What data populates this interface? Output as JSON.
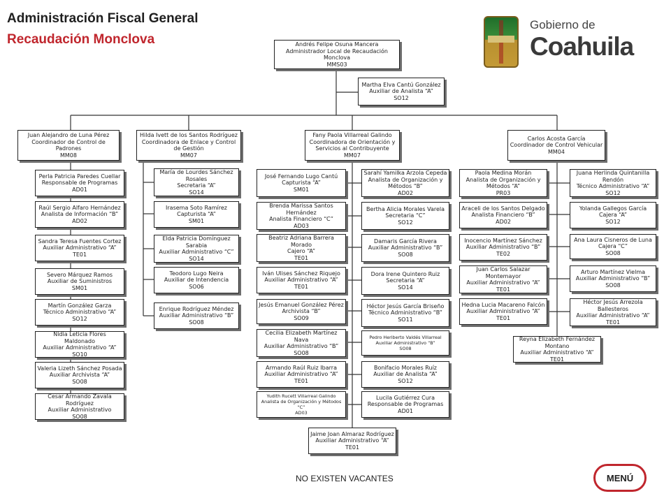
{
  "header": {
    "title": "Administración Fiscal General",
    "subtitle": "Recaudación Monclova"
  },
  "logo": {
    "line1": "Gobierno de",
    "line2": "Coahuila"
  },
  "nodes": [
    {
      "id": "n-dir",
      "lines": [
        "Andrés Felipe Osuna Mancera",
        "Administrador  Local de Recaudación",
        "Monclova",
        "MMS03"
      ]
    },
    {
      "id": "n-asist",
      "lines": [
        "Martha Elva Cantú González",
        "Auxiliar de Analista “A”",
        "SO12"
      ]
    },
    {
      "id": "n-c1",
      "lines": [
        "Juan Alejandro de Luna Pérez",
        "Coordinador de Control de",
        "Padrones",
        "MM08"
      ]
    },
    {
      "id": "n-c2",
      "lines": [
        "Hilda Ivett de los Santos Rodríguez",
        "Coordinadora  de Enlace y Control",
        "de Gestión",
        "MM07"
      ]
    },
    {
      "id": "n-c3",
      "lines": [
        "Fany Paola Villarreal Galindo",
        "Coordinadora  de Orientación y",
        "Servicios al Contribuyente",
        "MM07"
      ]
    },
    {
      "id": "n-c4",
      "lines": [
        "Carlos Acosta García",
        "Coordinador de Control Vehicular",
        "MM04"
      ]
    },
    {
      "id": "a1",
      "lines": [
        "Perla Patricia Paredes Cuellar",
        "Responsable de Programas",
        "AD01"
      ]
    },
    {
      "id": "a2",
      "lines": [
        "Raúl Sergio Alfaro Hernández",
        "Analista de Información “B”",
        "AD02"
      ]
    },
    {
      "id": "a3",
      "lines": [
        "Sandra Teresa Fuentes Cortez",
        "Auxiliar Administrativo “A”",
        "TE01"
      ]
    },
    {
      "id": "a4",
      "lines": [
        "Severo Márquez Ramos",
        "Auxiliar de Suministros",
        "SM01"
      ]
    },
    {
      "id": "a5",
      "lines": [
        "Martín González Garza",
        "Técnico Administrativo “A”",
        "SO12"
      ]
    },
    {
      "id": "a6",
      "lines": [
        "Nidia Leticia Flores Maldonado",
        "Auxiliar Administrativo “A”",
        "SO10"
      ]
    },
    {
      "id": "a7",
      "lines": [
        "Valeria Lizeth Sánchez Posada",
        "Auxiliar Archivista “A”",
        "SO08"
      ]
    },
    {
      "id": "a8",
      "lines": [
        "Cesar Armando Zavala",
        "Rodríguez",
        "Auxiliar Administrativo",
        "SO08"
      ]
    },
    {
      "id": "b1",
      "lines": [
        "María de Lourdes Sánchez",
        "Rosales",
        "Secretaria “A”",
        "SO14"
      ]
    },
    {
      "id": "b2",
      "lines": [
        "Irasema Soto Ramírez",
        "Capturista “A”",
        "SM01"
      ]
    },
    {
      "id": "b3",
      "lines": [
        "Elda Patricia Domínguez",
        "Sarabia",
        "Auxiliar Administrativo “C”",
        "SO14"
      ]
    },
    {
      "id": "b4",
      "lines": [
        "Teodoro Lugo Neira",
        "Auxiliar de Intendencia",
        "SO06"
      ]
    },
    {
      "id": "b5",
      "lines": [
        "Enrique Rodríguez Méndez",
        "Auxiliar Administrativo “B”",
        "SO08"
      ]
    },
    {
      "id": "c1",
      "lines": [
        "José Fernando Lugo Cantú",
        "Capturista “A”",
        "SM01"
      ]
    },
    {
      "id": "c2",
      "lines": [
        "Brenda Marissa Santos",
        "Hernández",
        "Analista Financiero “C”",
        "AD03"
      ]
    },
    {
      "id": "c3",
      "lines": [
        "Beatriz Adriana Barrera",
        "Morado",
        "Cajero “A”",
        "TE01"
      ]
    },
    {
      "id": "c4",
      "lines": [
        "Iván Ulises Sánchez Riquejo",
        "Auxiliar Administrativo “A”",
        "TE01"
      ]
    },
    {
      "id": "c5",
      "lines": [
        "Jesús Emanuel González Pérez",
        "Archivista “B”",
        "SO09"
      ]
    },
    {
      "id": "c6",
      "lines": [
        "Cecilia Elizabeth Martínez",
        "Nava",
        "Auxiliar Administrativo “B”",
        "SO08"
      ]
    },
    {
      "id": "c7",
      "lines": [
        "Armando Raúl Ruiz Ibarra",
        "Auxiliar Administrativo “A”",
        "TE01"
      ]
    },
    {
      "id": "c8",
      "lines": [
        "Yudith Rucett Villarreal Galindo",
        "Analista de Organización y Métodos",
        "“C”",
        "AD03"
      ],
      "small": true
    },
    {
      "id": "d1",
      "lines": [
        "Sarahí Yamilka Arzola Cepeda",
        "Analista de Organización y",
        "Métodos “B”",
        "AD02"
      ]
    },
    {
      "id": "d2",
      "lines": [
        "Bertha Alicia Morales Varela",
        "Secretaria “C”",
        "SO12"
      ]
    },
    {
      "id": "d3",
      "lines": [
        "Damaris García Rivera",
        "Auxiliar Administrativo “B”",
        "SO08"
      ]
    },
    {
      "id": "d4",
      "lines": [
        "Dora Irene Quintero Ruiz",
        "Secretaria “A”",
        "SO14"
      ]
    },
    {
      "id": "d5",
      "lines": [
        "Héctor Jesús García Briseño",
        "Técnico Administrativo “B”",
        "SO11"
      ]
    },
    {
      "id": "d6",
      "lines": [
        "Pedro Heriberto Valdés Villarreal",
        "Auxiliar Administrativo “B”",
        "SO08"
      ],
      "small": true
    },
    {
      "id": "d7",
      "lines": [
        "Bonifacio Morales Ruíz",
        "Auxiliar de Analista “A”",
        "SO12"
      ]
    },
    {
      "id": "d8",
      "lines": [
        "Lucila Gutiérrez Cura",
        "Responsable de Programas",
        "AD01"
      ]
    },
    {
      "id": "e-jaime",
      "lines": [
        "Jaime Joan Almaraz Rodríguez",
        "Auxiliar Administrativo “A”",
        "TE01"
      ]
    },
    {
      "id": "f1",
      "lines": [
        "Paola Medina Morán",
        "Analista de Organización y",
        "Métodos “A”",
        "PR03"
      ]
    },
    {
      "id": "f2",
      "lines": [
        "Araceli de los Santos Delgado",
        "Analista Financiero “B”",
        "AD02"
      ]
    },
    {
      "id": "f3",
      "lines": [
        "Inocencio Martínez Sánchez",
        "Auxiliar Administrativo “B”",
        "TE02"
      ]
    },
    {
      "id": "f4",
      "lines": [
        "Juan Carlos Salazar",
        "Montemayor",
        "Auxiliar Administrativo “A”",
        "TE01"
      ]
    },
    {
      "id": "f5",
      "lines": [
        "Hedna Lucia Macareno Falcón",
        "Auxiliar Administrativo “A”",
        "TE01"
      ]
    },
    {
      "id": "g1",
      "lines": [
        "Juana Herlinda Quintanilla",
        "Rendón",
        "Técnico Administrativo “A”",
        "SO12"
      ]
    },
    {
      "id": "g2",
      "lines": [
        "Yolanda Gallegos García",
        "Cajera “A”",
        "SO12"
      ]
    },
    {
      "id": "g3",
      "lines": [
        "Ana Laura Cisneros de Luna",
        "Cajera “C”",
        "SO08"
      ]
    },
    {
      "id": "g4",
      "lines": [
        "Arturo Martínez Vielma",
        "Auxiliar Administrativo “B”",
        "SO08"
      ]
    },
    {
      "id": "g5",
      "lines": [
        "Héctor Jesús Arrezola",
        "Ballesteros",
        "Auxiliar Administrativo “A”",
        "TE01"
      ]
    },
    {
      "id": "h-reyna",
      "lines": [
        "Reyna Elizabeth Fernández",
        "Montano",
        "Auxiliar Administrativo “A”",
        "TE01"
      ]
    }
  ],
  "footer": {
    "vacancies": "NO EXISTEN VACANTES",
    "menu_label": "MENÚ"
  }
}
